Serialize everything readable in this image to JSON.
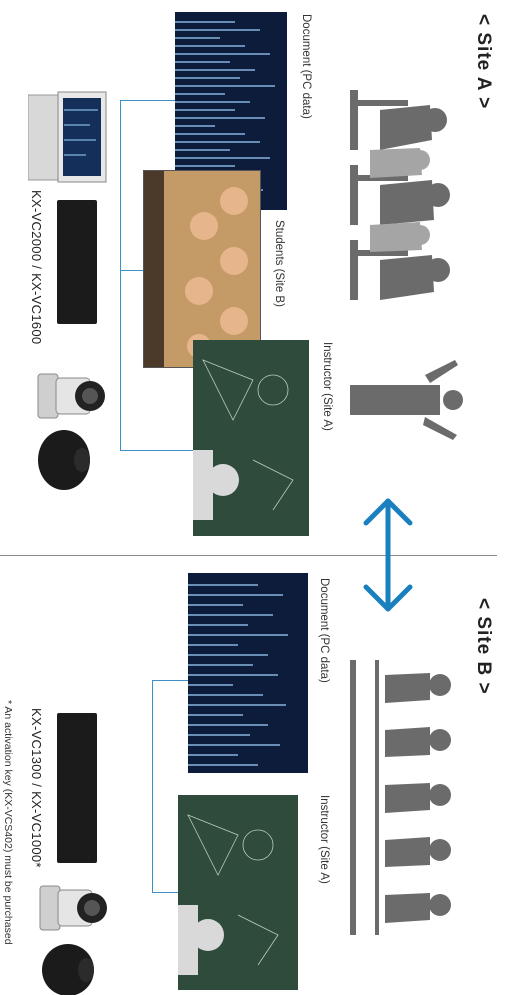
{
  "site_a": {
    "title": "< Site A >",
    "document_label": "Document (PC data)",
    "students_label": "Students (Site B)",
    "instructor_label": "Instructor (Site A)",
    "device_label": "KX-VC2000 / KX-VC1600"
  },
  "site_b": {
    "title": "< Site B >",
    "document_label": "Document (PC data)",
    "instructor_label": "Instructor (Site A)",
    "device_label": "KX-VC1300 / KX-VC1000*"
  },
  "footnote": "* An activation key (KX-VCS402) must be purchased",
  "colors": {
    "connector": "#3e8fc8",
    "arrow": "#1a7fbf",
    "silhouette": "#6b6b6b",
    "divider": "#8a8a8a"
  }
}
